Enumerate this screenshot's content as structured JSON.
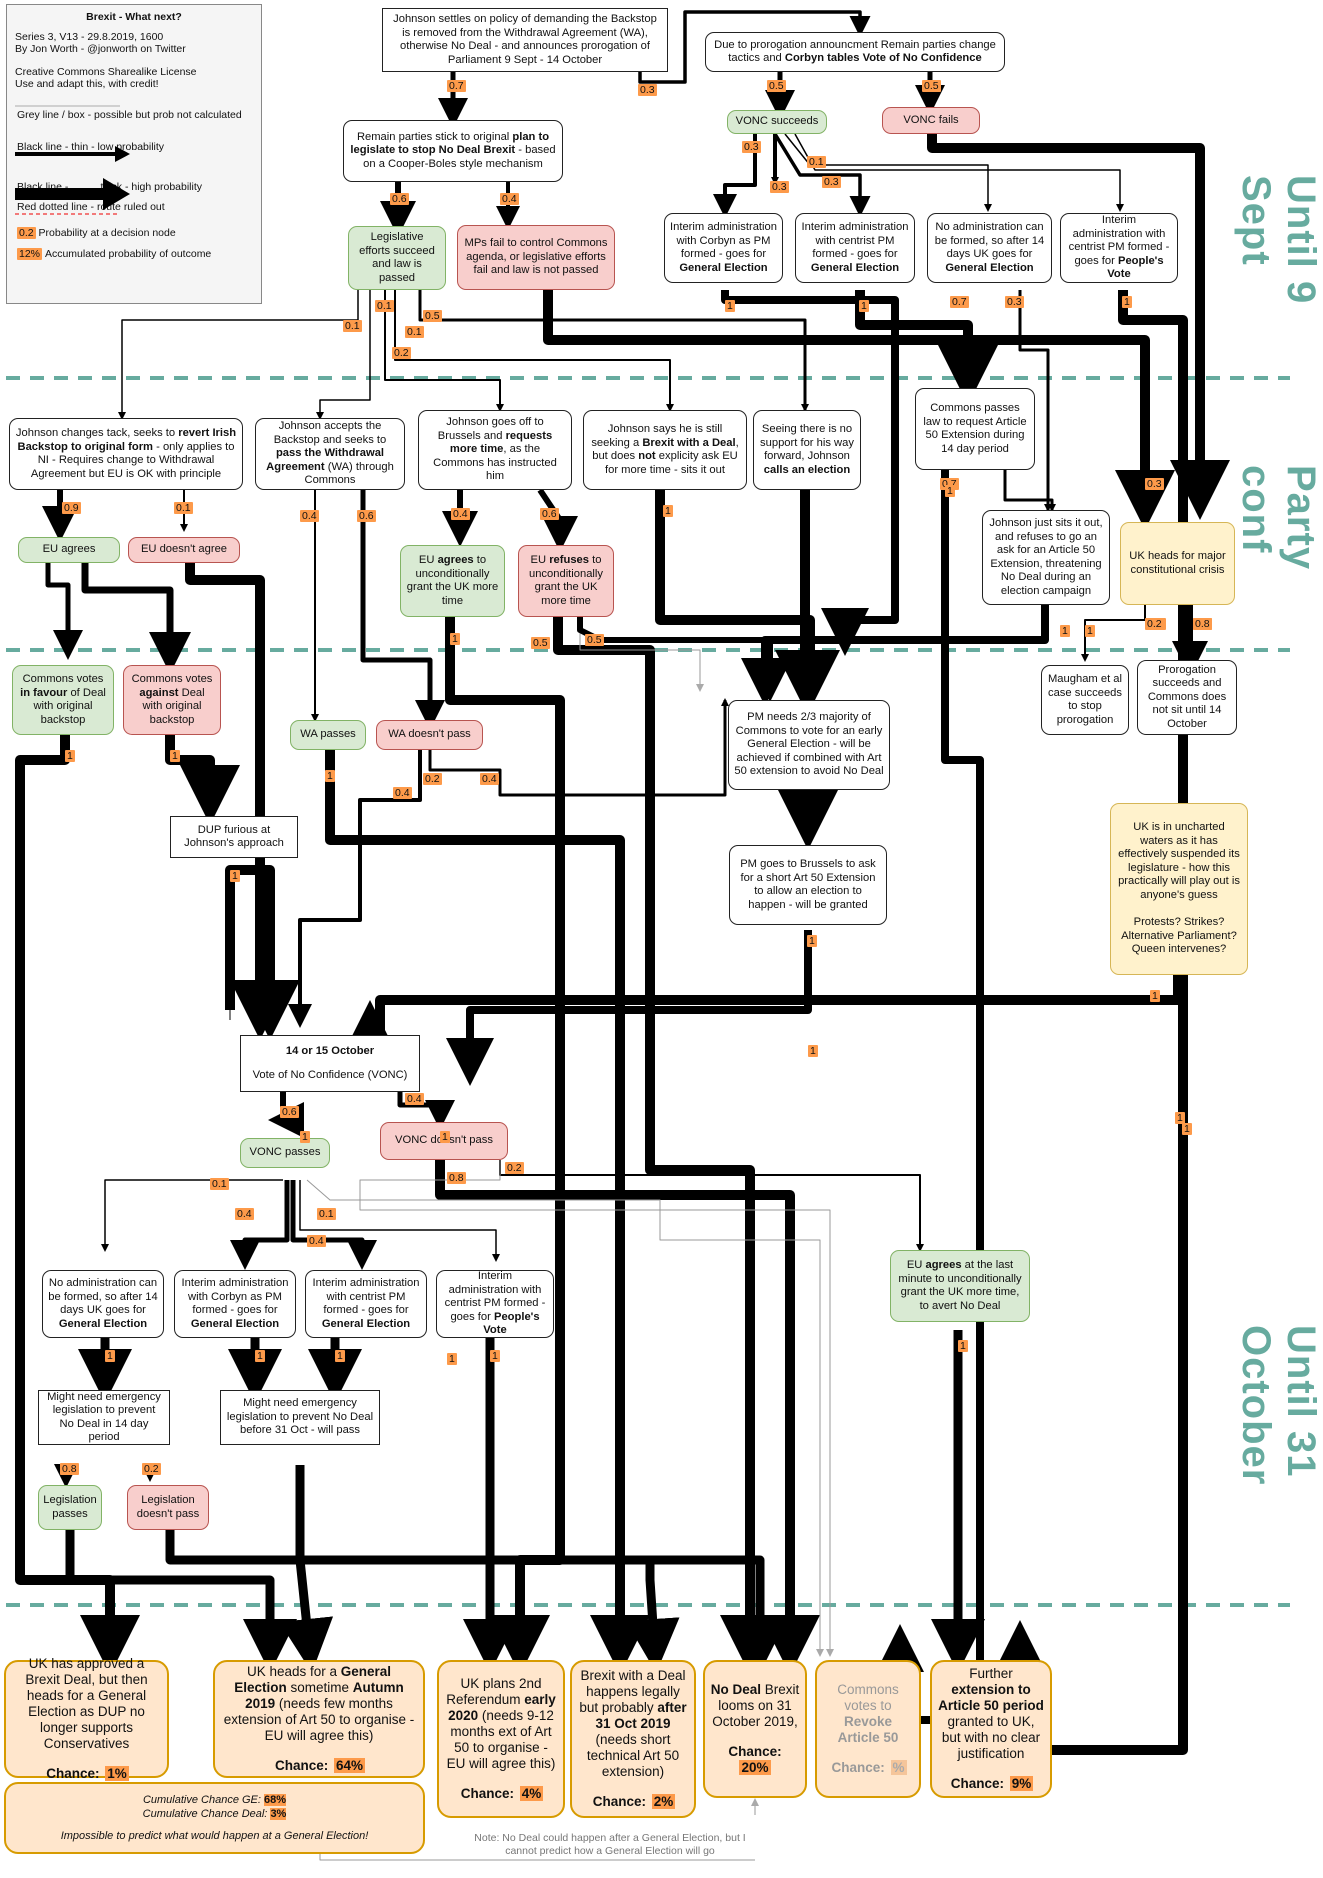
{
  "legend": {
    "title": "Brexit - What next?",
    "series": "Series 3, V13 - 29.8.2019, 1600",
    "author": "By Jon Worth - @jonworth on Twitter",
    "license1": "Creative Commons Sharealike License",
    "license2": "Use and adapt this, with credit!",
    "grey": "Grey line / box - possible but prob not calculated",
    "thin": "Black line - thin - low probability",
    "thick_a": "Black line -",
    "thick_b": "thick - high probability",
    "red": "Red dotted line - route ruled out",
    "node_val": "0.2",
    "node_txt": "Probability at a decision node",
    "acc_val": "12%",
    "acc_txt": "Accumulated probability of outcome"
  },
  "sections": {
    "s1": "Until 9 Sept",
    "s2": "Party conf",
    "s3": "Until 31 October"
  },
  "nodes": {
    "n1": "Johnson settles on policy of demanding the Backstop is removed from the Withdrawal Agreement (WA), otherwise No Deal - and announces prorogation of Parliament 9 Sept - 14 October",
    "n2a": "Due to prorogation announcment Remain parties change tactics and ",
    "n2b": "Corbyn tables Vote of No Confidence",
    "n3a": "Remain parties stick to original ",
    "n3b": "plan to legislate to stop No Deal Brexit",
    "n3c": " - based on a Cooper-Boles style mechanism",
    "vonc_ok": "VONC succeeds",
    "vonc_fail": "VONC fails",
    "leg_ok": "Legislative efforts succeed and law is passed",
    "leg_fail": "MPs fail to control Commons agenda, or legislative efforts fail and law is not passed",
    "i1a": "Interim administration with Corbyn as PM formed - goes for ",
    "i1b": "General Election",
    "i2a": "Interim administration with centrist PM formed - goes for ",
    "i2b": "General Election",
    "i3a": "No administration can be formed, so after 14 days UK goes for ",
    "i3b": "General Election",
    "i4a": "Interim administration with centrist PM formed - goes for ",
    "i4b": "People's Vote",
    "j1a": "Johnson changes tack, seeks to ",
    "j1b": "revert Irish Backstop to original form",
    "j1c": " - only applies to NI - Requires change to Withdrawal Agreement but EU is OK with principle",
    "j2a": "Johnson accepts the Backstop and seeks to ",
    "j2b": "pass the Withdrawal Agreement",
    "j2c": " (WA) through Commons",
    "j3a": "Johnson goes off to Brussels and ",
    "j3b": "requests more time",
    "j3c": ", as the Commons has instructed him",
    "j4a": "Johnson says he is still seeking a ",
    "j4b": "Brexit with a Deal",
    "j4c": ", but does ",
    "j4d": "not",
    "j4e": " explicity ask EU for more time - sits it out",
    "j5a": "Seeing there is no support for his way forward, Johnson ",
    "j5b": "calls an election",
    "cp": "Commons passes law to request Article 50 Extension during 14 day period",
    "sit": "Johnson just sits it out, and refuses to go an ask for an Article 50 Extension, threatening No Deal during an election campaign",
    "crisis": "UK heads for major constitutional crisis",
    "eu_ag": "EU agrees",
    "eu_dis": "EU doesn't agree",
    "eu_ag2a": "EU ",
    "eu_ag2b": "agrees",
    "eu_ag2c": " to unconditionally grant the UK more time",
    "eu_ref_a": "EU ",
    "eu_ref_b": "refuses",
    "eu_ref_c": " to unconditionally grant the UK more time",
    "cv_for_a": "Commons votes ",
    "cv_for_b": "in favour",
    "cv_for_c": " of Deal with original backstop",
    "cv_ag_a": "Commons votes ",
    "cv_ag_b": "against",
    "cv_ag_c": " Deal with original backstop",
    "wa_pass": "WA passes",
    "wa_fail": "WA doesn't pass",
    "pm23": "PM needs 2/3 majority of Commons to vote for an early General Election - will be achieved if combined with Art 50 extension to avoid No Deal",
    "maug": "Maugham et al case succeeds to stop prorogation",
    "prorog": "Prorogation succeeds and Commons does not sit until 14 October",
    "dup": "DUP furious at Johnson's approach",
    "brussels": "PM goes to Brussels to ask for a short Art 50 Extension to allow an election to happen - will be granted",
    "uncharted1": "UK is in uncharted waters as it has effectively suspended its legislature - how this practically will play out is anyone's guess",
    "uncharted2": "Protests? Strikes? Alternative Parliament? Queen intervenes?",
    "oct_a": "14 or 15 October",
    "oct_b": "Vote of No Confidence (VONC)",
    "vonc_pass": "VONC passes",
    "vonc_nopass": "VONC doesn't pass",
    "eu_last_a": "EU ",
    "eu_last_b": "agrees",
    "eu_last_c": " at the last minute to unconditionally grant the UK more time, to avert No Deal",
    "b1a": "No administration can be formed, so after 14 days UK goes for ",
    "b1b": "General Election",
    "b2a": "Interim administration with Corbyn as PM formed - goes for ",
    "b2b": "General Election",
    "b3a": "Interim administration with centrist PM formed - goes for ",
    "b3b": "General Election",
    "b4a": "Interim administration with centrist PM formed - goes for ",
    "b4b": "People's Vote",
    "em1": "Might need emergency legislation to prevent No Deal in 14 day period",
    "em2": "Might need emergency legislation to prevent No Deal before 31 Oct - will pass",
    "lp": "Legislation passes",
    "lnp": "Legislation doesn't pass"
  },
  "outcomes": {
    "o1": "UK has approved a Brexit Deal, but then heads for a General Election as DUP no longer supports Conservatives",
    "o1c": "Chance:",
    "o1v": "1%",
    "o2a": "UK heads for a ",
    "o2b": "General Election",
    "o2c": " sometime ",
    "o2d": "Autumn 2019",
    "o2e": " (needs few months extension of Art 50 to organise - EU will agree this)",
    "o2ch": "Chance:",
    "o2v": "64%",
    "o3a": "UK plans 2nd Referendum ",
    "o3b": "early 2020",
    "o3c": " (needs 9-12 months ext of Art 50 to organise - EU will agree this)",
    "o3ch": "Chance:",
    "o3v": "4%",
    "o4a": "Brexit with a Deal happens legally but probably ",
    "o4b": "after 31 Oct 2019",
    "o4c": " (needs short technical Art 50 extension)",
    "o4ch": "Chance:",
    "o4v": "2%",
    "o5a": "No Deal",
    "o5b": " Brexit looms on 31 October 2019,",
    "o5ch": "Chance:",
    "o5v": "20%",
    "o6a": "Commons votes to ",
    "o6b": "Revoke Article 50",
    "o6ch": "Chance:",
    "o6v": "%",
    "o7a": "Further ",
    "o7b": "extension to Article 50 period",
    "o7c": " granted to UK, but with no clear justification",
    "o7ch": "Chance:",
    "o7v": "9%",
    "cum_ge": "Cumulative Chance GE:",
    "cum_ge_v": "68%",
    "cum_nd": "Cumulative Chance Deal:",
    "cum_nd_v": "3%",
    "impossible": "Impossible to predict what would happen at a General Election!",
    "note": "Note: No Deal could happen after a General Election, but I cannot predict how a General Election will go"
  },
  "probs": [
    "0.7",
    "0.3",
    "0.5",
    "0.5",
    "0.6",
    "0.4",
    "0.3",
    "0.1",
    "0.3",
    "0.3",
    "0.7",
    "0.3",
    "0.1",
    "0.1",
    "0.1",
    "0.2",
    "0.5",
    "0.9",
    "0.1",
    "0.4",
    "0.6",
    "0.4",
    "0.6",
    "0.5",
    "0.5",
    "0.3",
    "0.7",
    "0.3",
    "0.7",
    "0.2",
    "0.8",
    "0.4",
    "0.2",
    "0.4",
    "0.6",
    "0.4",
    "0.1",
    "0.4",
    "0.4",
    "0.1",
    "0.8",
    "0.2",
    "0.8",
    "0.2",
    "1",
    "1",
    "1",
    "1",
    "1",
    "1",
    "1",
    "1",
    "1",
    "1",
    "1",
    "1",
    "1",
    "1",
    "1",
    "1",
    "1",
    "1",
    "1",
    "1",
    "1",
    "1",
    "1",
    "1",
    "1"
  ]
}
